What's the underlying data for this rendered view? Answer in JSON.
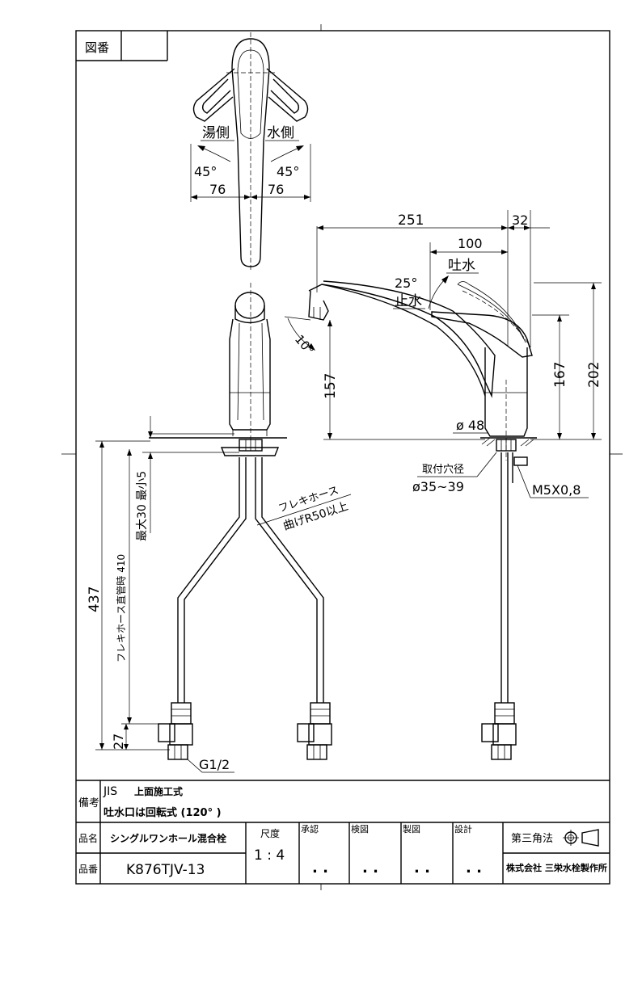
{
  "title_block": {
    "zuban_label": "図番",
    "bikou_label": "備考",
    "remark_line1_std": "JIS",
    "remark_line1_text": "上面施工式",
    "remark_line2": "吐水口は回転式 (120° )",
    "hinmei_label": "品名",
    "hinmei_value": "シングルワンホール混合栓",
    "hinban_label": "品番",
    "hinban_value": "K876TJV-13",
    "scale_label": "尺度",
    "scale_value": "1 : 4",
    "approve_label": "承認",
    "check_label": "検図",
    "draw_label": "製図",
    "design_label": "設計",
    "dots": ". .",
    "projection_label": "第三角法",
    "company": "株式会社 三栄水栓製作所"
  },
  "labels": {
    "hot_side": "湯側",
    "cold_side": "水側",
    "hot_angle": "45°",
    "cold_angle": "45°",
    "hot_width": "76",
    "cold_width": "76",
    "dim_251": "251",
    "dim_32": "32",
    "dim_100": "100",
    "spout_water": "吐水",
    "angle_25": "25°",
    "stop_water": "止水",
    "angle_10": "10°",
    "dim_157": "157",
    "dim_167": "167",
    "dim_202": "202",
    "dia_48": "ø 48",
    "mount_hole": "取付穴径",
    "mount_hole_range": "ø35~39",
    "bolt": "M5X0,8",
    "flex_hose": "フレキホース",
    "bend_radius": "曲げR50以上",
    "max_min": "最大30  最小5",
    "hose_length": "フレキホース直管時 410",
    "dim_437": "437",
    "dim_27": "27",
    "thread": "G1/2"
  }
}
